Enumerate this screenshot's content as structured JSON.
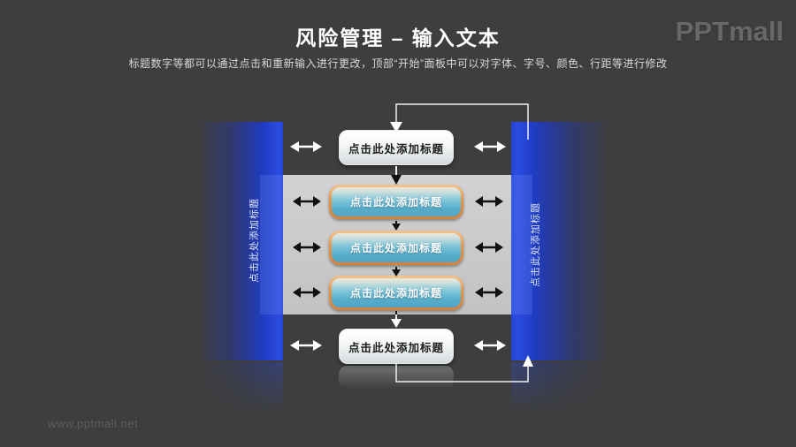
{
  "header": {
    "title": "风险管理 – 输入文本",
    "subtitle": "标题数字等都可以通过点击和重新输入进行更改，顶部“开始”面板中可以对字体、字号、颜色、行距等进行修改",
    "logo_text": "PPTmall"
  },
  "diagram": {
    "top_button_label": "点击此处添加标题",
    "middle_button_labels": [
      "点击此处添加标题",
      "点击此处添加标题",
      "点击此处添加标题"
    ],
    "bottom_button_label": "点击此处添加标题",
    "left_bar_label": "点击此处添加标题",
    "right_bar_label": "点击此处添加标题"
  },
  "footer": {
    "watermark": "www.pptmall.net"
  },
  "colors": {
    "background": "#3e3e3e",
    "accent_blue": "#2443d2",
    "panel_gray": "#c9c9c9",
    "orange_border": "#e0954d",
    "button_cyan": "#5fb5cf"
  }
}
